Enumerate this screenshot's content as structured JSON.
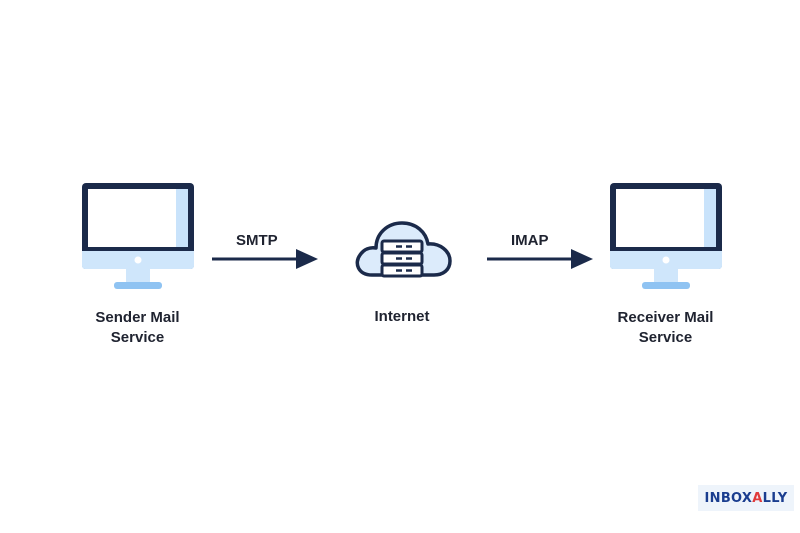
{
  "diagram": {
    "sender": {
      "label": "Sender Mail\nService",
      "icon": "monitor-icon"
    },
    "smtp": {
      "label": "SMTP"
    },
    "internet": {
      "label": "Internet",
      "icon": "cloud-server-icon"
    },
    "imap": {
      "label": "IMAP"
    },
    "receiver": {
      "label": "Receiver Mail\nService",
      "icon": "monitor-icon"
    }
  },
  "logo": {
    "part1": "INBOX",
    "part2": "A",
    "part3": "LLY"
  },
  "colors": {
    "navy": "#1b2a4a",
    "screen": "#ffffff",
    "screen_shade": "#c9e3fb",
    "stand": "#cfe6fb",
    "base": "#8fc3f2",
    "cloud": "#dcebfb",
    "logo_blue": "#1a3d8f",
    "logo_red": "#e03a3a"
  }
}
